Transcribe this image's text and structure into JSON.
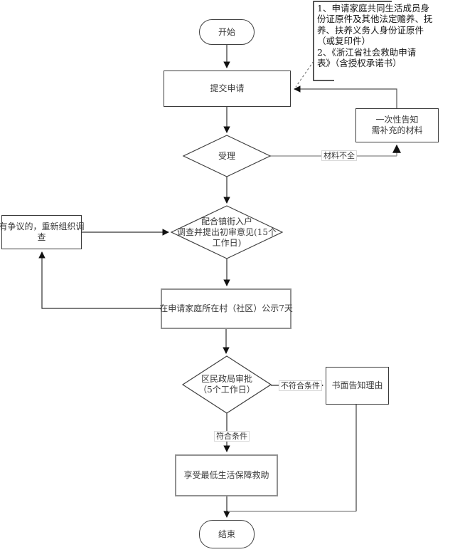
{
  "note": {
    "lines": [
      "1、申请家庭共同生活成员身",
      "份证原件及其他法定赡养、抚",
      "养、扶养义务人身份证原件",
      "（或复印件）",
      "2、《浙江省社会救助申请",
      "表》（含授权承诺书）"
    ]
  },
  "nodes": {
    "start": "开始",
    "submit": "提交申请",
    "notify": {
      "lines": [
        "一次性告知",
        "需补充的材料"
      ]
    },
    "accept": "受理",
    "investigate": {
      "lines": [
        "配合镇街入户",
        "调查并提出初审意见(15个",
        "工作日)"
      ]
    },
    "dispute": {
      "lines": [
        "有争议的，重新组织调",
        "查"
      ]
    },
    "publicity": "在申请家庭所在村（社区）公示7天",
    "approve": {
      "lines": [
        "区民政局审批",
        "（5个工作日）"
      ]
    },
    "written": "书面告知理由",
    "enjoy": "享受最低生活保障救助",
    "end": "结束"
  },
  "edge_labels": {
    "incomplete": "材料不全",
    "not_eligible": "不符合条件",
    "eligible": "符合条件"
  },
  "colors": {
    "main_line": "#303030",
    "loop_line": "#9a9a9a",
    "shape_fill": "#ffffff"
  }
}
